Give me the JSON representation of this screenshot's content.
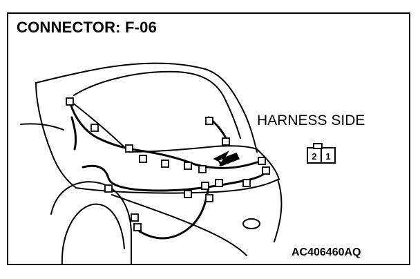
{
  "title": "CONNECTOR: F-06",
  "harness_side_label": "HARNESS SIDE",
  "connector_pins": [
    "2",
    "1"
  ],
  "figure_code": "AC406460AQ",
  "colors": {
    "line": "#000000",
    "background": "#ffffff"
  },
  "icons": {
    "pointer": "arrow-icon",
    "connector": "connector-face-icon"
  }
}
